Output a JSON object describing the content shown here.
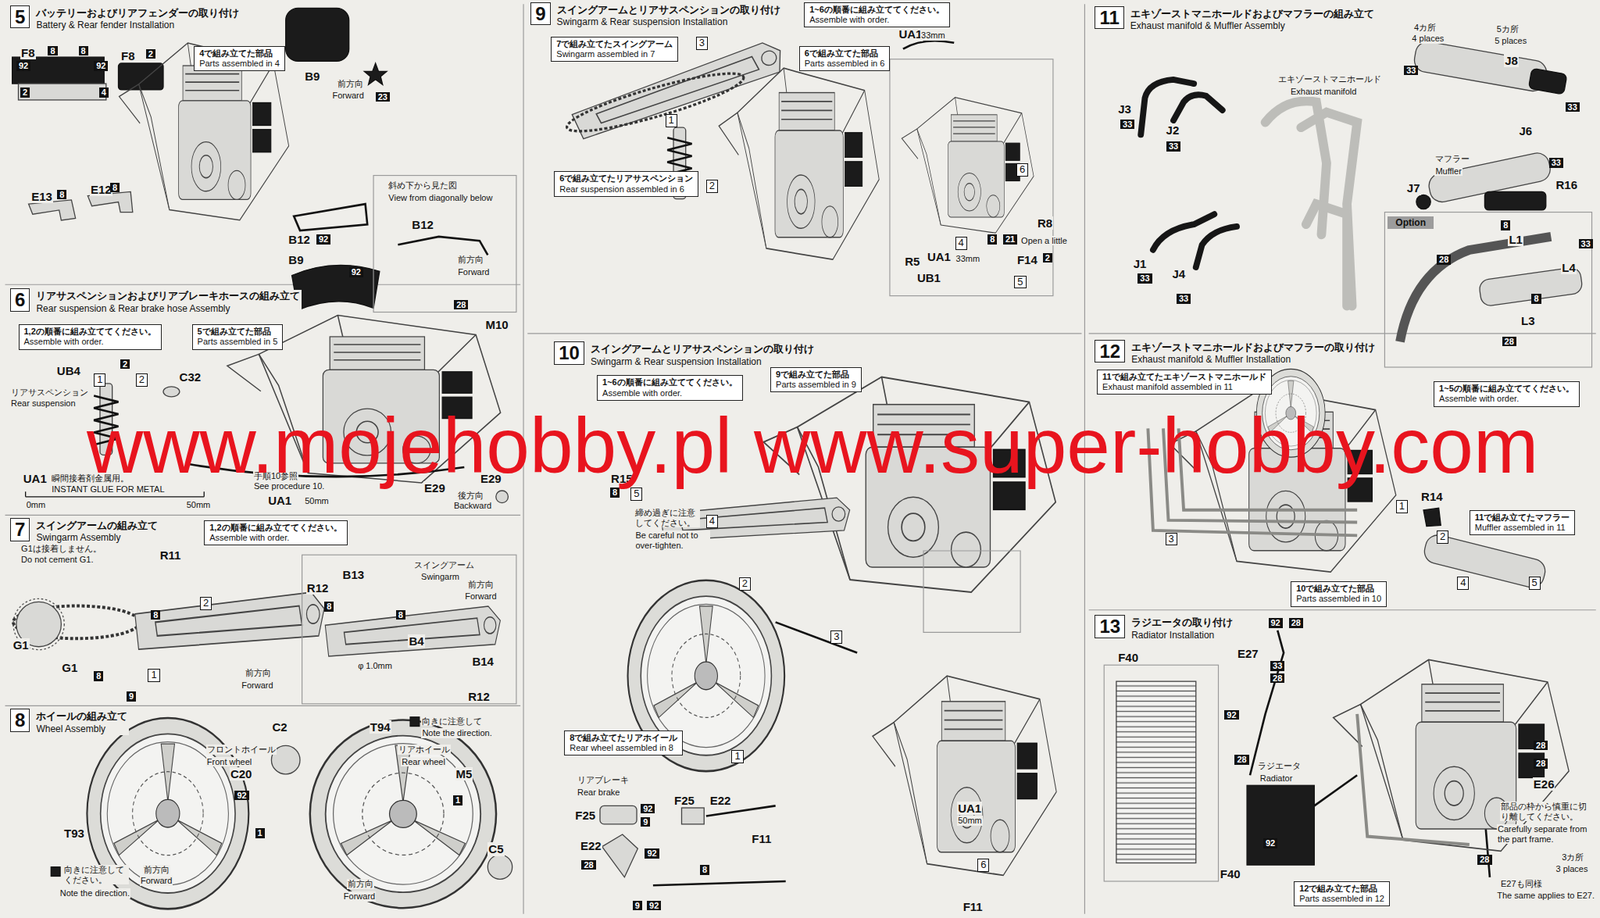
{
  "diagram": {
    "nodes": [
      {
        "text": [
          "5",
          "バッテリーおよびリアフェンダーの取り付け",
          "Battery & Rear fender Installation"
        ]
      },
      {
        "text": [
          "4で組み立てた部品",
          "Parts assembled in 4"
        ]
      },
      {
        "text": [
          "6",
          "リアサスペンションおよびリアブレーキホースの組み立て",
          "Rear suspension & Rear brake hose Assembly"
        ]
      },
      {
        "text": [
          "1,2の順番に組み立ててください。",
          "Assemble with order."
        ]
      },
      {
        "text": [
          "5で組み立てた部品",
          "Parts assembled in 5"
        ]
      },
      {
        "text": [
          "7",
          "スイングアームの組み立て",
          "Swingarm Assembly"
        ]
      },
      {
        "text": [
          "1,2の順番に組み立ててください。",
          "Assemble with order."
        ]
      },
      {
        "text": [
          "8",
          "ホイールの組み立て",
          "Wheel Assembly"
        ]
      },
      {
        "text": [
          "9",
          "スイングアームとリアサスペンションの取り付け",
          "Swingarm & Rear suspension Installation"
        ]
      },
      {
        "text": [
          "1~6の順番に組み立ててください。",
          "Assemble with order."
        ]
      },
      {
        "text": [
          "7で組み立てたスイングアーム",
          "Swingarm assembled in 7"
        ]
      },
      {
        "text": [
          "6で組み立てた部品",
          "Parts assembled in 6"
        ]
      },
      {
        "text": [
          "6で組み立てたリアサスペンション",
          "Rear suspension assembled in 6"
        ]
      },
      {
        "text": [
          "10",
          "スイングアームとリアサスペンションの取り付け",
          "Swingarm & Rear suspension Installation"
        ]
      },
      {
        "text": [
          "1~6の順番に組み立ててください。",
          "Assemble with order."
        ]
      },
      {
        "text": [
          "9で組み立てた部品",
          "Parts assembled in 9"
        ]
      },
      {
        "text": [
          "8で組み立てたリアホイール",
          "Rear wheel assembled in 8"
        ]
      },
      {
        "text": [
          "11",
          "エキゾーストマニホールドおよびマフラーの組み立て",
          "Exhaust manifold & Muffler Assembly"
        ]
      },
      {
        "text": [
          "Option"
        ]
      },
      {
        "text": [
          "12",
          "エキゾーストマニホールドおよびマフラーの取り付け",
          "Exhaust manifold & Muffler Installation"
        ]
      },
      {
        "text": [
          "11で組み立てたエキゾーストマニホールド",
          "Exhaust manifold assembled in 11"
        ]
      },
      {
        "text": [
          "1~5の順番に組み立ててください。",
          "Assemble with order."
        ]
      },
      {
        "text": [
          "11で組み立てたマフラー",
          "Muffler assembled in 11"
        ]
      },
      {
        "text": [
          "10で組み立てた部品",
          "Parts assembled in 10"
        ]
      },
      {
        "text": [
          "13",
          "ラジエータの取り付け",
          "Radiator Installation"
        ]
      },
      {
        "text": [
          "12で組み立てた部品",
          "Parts assembled in 12"
        ]
      }
    ],
    "labels": [
      "F8",
      "8",
      "8",
      "92",
      "92",
      "2",
      "4",
      "F8",
      "2",
      "E13",
      "8",
      "E12",
      "8",
      "B9",
      "23",
      "前方向",
      "Forward",
      "B12",
      "92",
      "B9",
      "92",
      "斜め下から見た図",
      "View from diagonally below",
      "B12",
      "前方向",
      "Forward",
      "28",
      "M10",
      "UB4",
      "2",
      "C32",
      "1",
      "2",
      "リアサスペンション",
      "Rear suspension",
      "UA1",
      "瞬間接着剤金属用。",
      "INSTANT GLUE FOR METAL",
      "0mm",
      "50mm",
      "手順10参照",
      "See procedure 10.",
      "UA1",
      "50mm",
      "E29",
      "E29",
      "後方向",
      "Backward",
      "G1は接着しません。",
      "Do not cement G1.",
      "R11",
      "8",
      "2",
      "G1",
      "G1",
      "8",
      "1",
      "9",
      "前方向",
      "Forward",
      "R12",
      "B13",
      "スイングアーム",
      "Swingarm",
      "前方向",
      "Forward",
      "8",
      "8",
      "B4",
      "φ 1.0mm",
      "B14",
      "R12",
      "C2",
      "T94",
      "向きに注意して",
      "Note the direction.",
      "フロントホイール",
      "Front wheel",
      "C20",
      "92",
      "リアホイール",
      "Rear wheel",
      "M5",
      "1",
      "1",
      "T93",
      "向きに注意してください。",
      "Note the direction.",
      "前方向",
      "Forward",
      "前方向",
      "Forward",
      "C5",
      "UA1",
      "33mm",
      "3",
      "1",
      "2",
      "6",
      "4",
      "5",
      "R8",
      "8",
      "21",
      "Open a little",
      "R5",
      "UA1",
      "33mm",
      "UB1",
      "F14",
      "2",
      "R15",
      "8",
      "5",
      "締め過ぎに注意してください。",
      "Be careful not to over-tighten.",
      "4",
      "2",
      "3",
      "1",
      "リアブレーキ",
      "Rear brake",
      "F25",
      "92",
      "9",
      "F25",
      "E22",
      "F11",
      "E22",
      "28",
      "92",
      "9",
      "92",
      "8",
      "UA1",
      "50mm",
      "6",
      "F11",
      "J3",
      "33",
      "J2",
      "33",
      "エキゾーストマニホールド",
      "Exhaust manifold",
      "J1",
      "33",
      "J4",
      "33",
      "4カ所",
      "4 places",
      "5カ所",
      "5 places",
      "J8",
      "33",
      "33",
      "J6",
      "マフラー",
      "Muffler",
      "33",
      "J7",
      "R16",
      "8",
      "L1",
      "33",
      "L4",
      "28",
      "8",
      "L3",
      "28",
      "R14",
      "1",
      "2",
      "3",
      "4",
      "5",
      "F40",
      "92",
      "28",
      "E27",
      "33",
      "28",
      "92",
      "28",
      "ラジエータ",
      "Radiator",
      "F40",
      "92",
      "28",
      "28",
      "E26",
      "28",
      "部品の枠から慎重に切り離してください。",
      "Carefully separate from the part frame.",
      "3カ所",
      "3 places",
      "E27も同様",
      "The same applies to E27.",
      "www.mojehobby.pl www.super-hobby.com"
    ]
  }
}
